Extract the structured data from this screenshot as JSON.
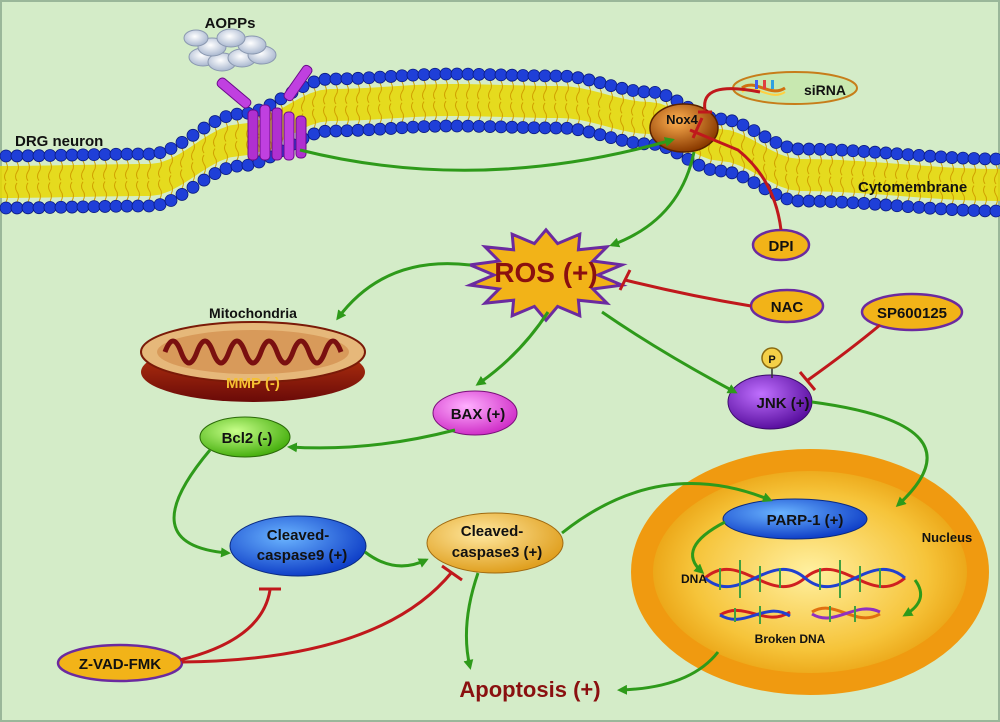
{
  "labels": {
    "aopps": "AOPPs",
    "drg_neuron": "DRG neuron",
    "nox4": "Nox4",
    "sirna": "siRNA",
    "cytomembrane": "Cytomembrane",
    "dpi": "DPI",
    "ros": "ROS (+)",
    "nac": "NAC",
    "mitochondria": "Mitochondria",
    "mmp": "MMP (-)",
    "sp600125": "SP600125",
    "p": "P",
    "jnk": "JNK (+)",
    "bax": "BAX (+)",
    "bcl2": "Bcl2 (-)",
    "c9_line1": "Cleaved-",
    "c9_line2": "caspase9 (+)",
    "c3_line1": "Cleaved-",
    "c3_line2": "caspase3 (+)",
    "parp1": "PARP-1 (+)",
    "nucleus": "Nucleus",
    "dna": "DNA",
    "broken_dna": "Broken DNA",
    "zvad": "Z-VAD-FMK",
    "apoptosis": "Apoptosis (+)"
  },
  "colors": {
    "background": "#d4ecc8",
    "activation_arrow": "#2e9a1a",
    "inhibition_line": "#c0181c",
    "lipid_head": "#1f3fd8",
    "lipid_tail": "#e8d800",
    "ros_fill": "#f2b318",
    "ros_text": "#8a1010"
  }
}
